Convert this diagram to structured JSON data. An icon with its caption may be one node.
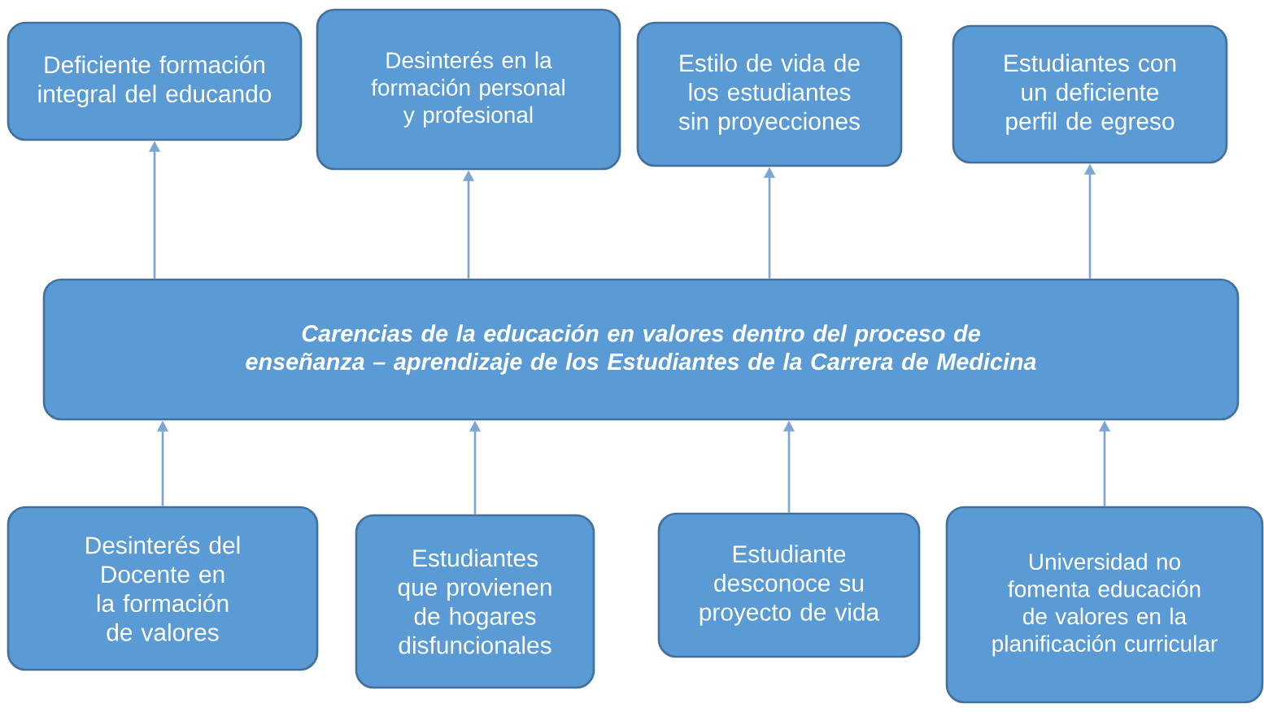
{
  "diagram": {
    "nodes": [
      {
        "text": [
          "Deficiente formación integral del educando"
        ]
      },
      {
        "text": [
          "Desinterés en la formación personal y profesional"
        ]
      },
      {
        "text": [
          "Estilo de vida de los estudiantes sin proyecciones"
        ]
      },
      {
        "text": [
          "Estudiantes con un deficiente perfil de egreso"
        ]
      },
      {
        "text": [
          "Carencias de la educación en valores dentro del proceso de enseñanza – aprendizaje de los Estudiantes de la Carrera de Medicina"
        ]
      },
      {
        "text": [
          "Desinterés del Docente en la formación de valores"
        ]
      },
      {
        "text": [
          "Estudiantes que provienen de hogares disfuncionales"
        ]
      },
      {
        "text": [
          "Estudiante desconoce su proyecto de vida"
        ]
      },
      {
        "text": [
          "Universidad no fomenta educación de valores en la planificación curricular"
        ]
      }
    ],
    "edges": [
      {
        "from": 4,
        "to": 0,
        "arrow": "to"
      },
      {
        "from": 4,
        "to": 1,
        "arrow": "to"
      },
      {
        "from": 4,
        "to": 2,
        "arrow": "to"
      },
      {
        "from": 4,
        "to": 3,
        "arrow": "to"
      },
      {
        "from": 5,
        "to": 4,
        "arrow": "to"
      },
      {
        "from": 6,
        "to": 4,
        "arrow": "to"
      },
      {
        "from": 7,
        "to": 4,
        "arrow": "to"
      },
      {
        "from": 8,
        "to": 4,
        "arrow": "to"
      }
    ]
  }
}
